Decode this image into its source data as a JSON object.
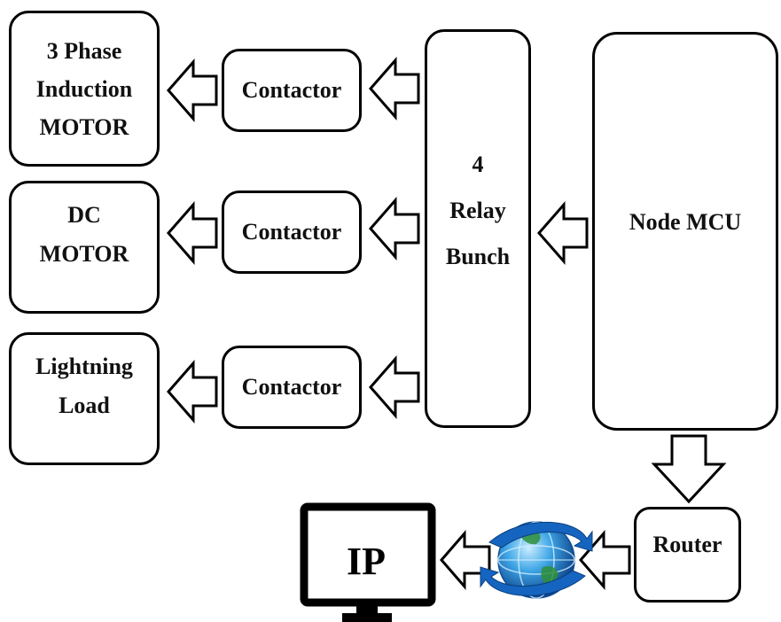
{
  "loads": {
    "motor3": [
      "3 Phase",
      "Induction",
      "MOTOR"
    ],
    "dc": [
      "DC",
      "MOTOR"
    ],
    "light": [
      "Lightning",
      "Load"
    ]
  },
  "contactors": [
    "Contactor",
    "Contactor",
    "Contactor"
  ],
  "relay": [
    "4",
    "Relay",
    "Bunch"
  ],
  "mcu": "Node MCU",
  "router": "Router",
  "monitor": "IP"
}
